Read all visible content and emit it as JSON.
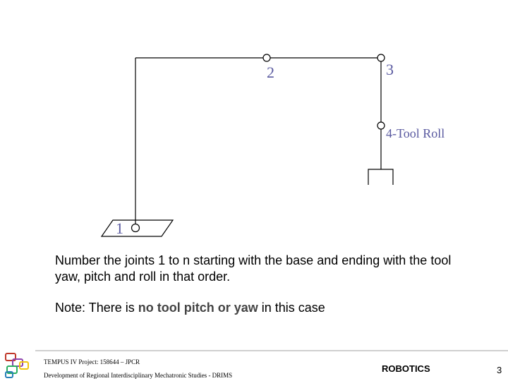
{
  "joints": {
    "j1": "1",
    "j2": "2",
    "j3": "3",
    "j4": "4-Tool Roll"
  },
  "text": {
    "instruction": "Number the joints 1 to n starting with the base and ending with the tool yaw, pitch and roll in that order.",
    "note_prefix": "Note: There is ",
    "note_emphasis": "no tool pitch or yaw",
    "note_suffix": " in this case"
  },
  "footer": {
    "project": "TEMPUS IV Project: 158644 – JPCR",
    "program": "Development of Regional Interdisciplinary Mechatronic Studies - DRIMS",
    "course": "ROBOTICS",
    "page": "3"
  },
  "colors": {
    "label": "#5a5aa0",
    "line": "#000000",
    "footer_rule": "#d0d0d0"
  }
}
